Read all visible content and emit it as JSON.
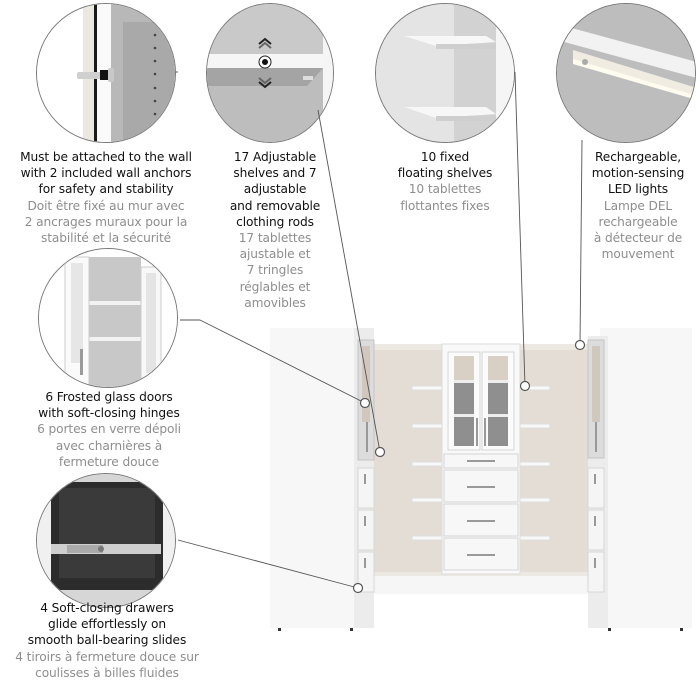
{
  "features": [
    {
      "id": "wall-anchor",
      "icon": "wall-anchor-icon",
      "en": "Must be attached to the wall with 2 included wall anchors for safety and stability",
      "en_lines": [
        "Must be attached to the wall",
        "with 2 included wall anchors",
        "for safety and stability"
      ],
      "fr_lines": [
        "Doit être fixé au mur avec",
        "2 ancrages muraux pour la",
        "stabilité et la sécurité"
      ]
    },
    {
      "id": "adjustable-shelves",
      "icon": "adjustable-shelf-icon",
      "en_lines": [
        "17 Adjustable",
        "shelves and 7",
        "adjustable",
        "and removable",
        "clothing rods"
      ],
      "fr_lines": [
        "17 tablettes",
        "ajustable et",
        "7 tringles",
        "réglables et",
        "amovibles"
      ]
    },
    {
      "id": "floating-shelves",
      "icon": "floating-shelf-icon",
      "en_lines": [
        "10 fixed",
        "floating shelves"
      ],
      "fr_lines": [
        "10 tablettes",
        "flottantes fixes"
      ]
    },
    {
      "id": "led-lights",
      "icon": "led-light-icon",
      "en_lines": [
        "Rechargeable,",
        "motion-sensing",
        "LED lights"
      ],
      "fr_lines": [
        "Lampe DEL",
        "rechargeable",
        "à détecteur de",
        "mouvement"
      ]
    },
    {
      "id": "glass-doors",
      "icon": "glass-door-icon",
      "en_lines": [
        "6 Frosted glass doors",
        "with soft-closing hinges"
      ],
      "fr_lines": [
        "6 portes en verre dépoli",
        "avec charnières à",
        "fermeture douce"
      ]
    },
    {
      "id": "drawers",
      "icon": "drawer-slide-icon",
      "en_lines": [
        "4 Soft-closing drawers",
        "glide effortlessly on",
        "smooth ball-bearing slides"
      ],
      "fr_lines": [
        "4 tiroirs à fermeture douce sur",
        "coulisses à billes fluides"
      ]
    }
  ],
  "colors": {
    "text_en": "#111111",
    "text_fr": "#8e8e8e",
    "leader_line": "#555555",
    "cabinet_white": "#f4f4f4"
  }
}
